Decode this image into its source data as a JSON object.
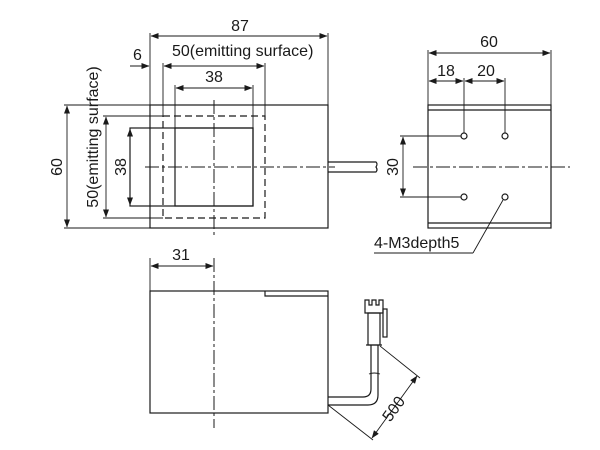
{
  "drawing": {
    "title": "Light source dimensional drawing",
    "units": "mm",
    "line_color": "#1a1a1a",
    "background": "#ffffff"
  },
  "front_view": {
    "dim_overall_width": "87",
    "dim_emitting_width": "50(emitting surface)",
    "dim_window_width": "38",
    "dim_offset": "6",
    "dim_overall_height": "60",
    "dim_emitting_height": "50(emitting surface)",
    "dim_window_height": "38"
  },
  "side_view": {
    "dim_overall_width": "60",
    "dim_hole_offset": "18",
    "dim_hole_spacing_x": "20",
    "dim_hole_spacing_y": "30",
    "hole_callout": "4-M3depth5"
  },
  "bottom_view": {
    "dim_center_offset": "31",
    "dim_cable_length": "500"
  }
}
